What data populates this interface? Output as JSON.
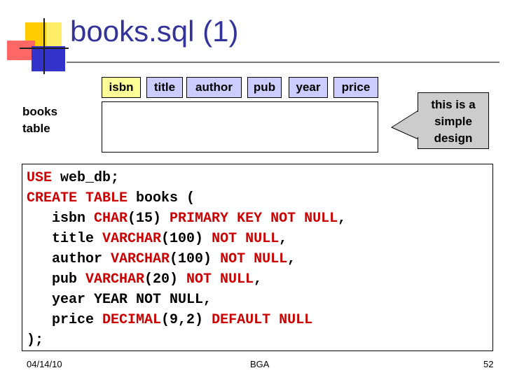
{
  "slide": {
    "title": "books.sql (1)",
    "columns": [
      "isbn",
      "title",
      "author",
      "pub",
      "year",
      "price"
    ],
    "table_label": [
      "books",
      "table"
    ],
    "callout": [
      "this is a",
      "simple",
      "design"
    ],
    "code": [
      [
        {
          "t": "USE",
          "k": true
        },
        {
          "t": " web_db;",
          "k": false
        }
      ],
      [
        {
          "t": "CREATE TABLE",
          "k": true
        },
        {
          "t": " books (",
          "k": false
        }
      ],
      [
        {
          "t": "   isbn ",
          "k": false
        },
        {
          "t": "CHAR",
          "k": true
        },
        {
          "t": "(15) ",
          "k": false
        },
        {
          "t": "PRIMARY KEY NOT NULL",
          "k": true
        },
        {
          "t": ",",
          "k": false
        }
      ],
      [
        {
          "t": "   title ",
          "k": false
        },
        {
          "t": "VARCHAR",
          "k": true
        },
        {
          "t": "(100) ",
          "k": false
        },
        {
          "t": "NOT NULL",
          "k": true
        },
        {
          "t": ",",
          "k": false
        }
      ],
      [
        {
          "t": "   author ",
          "k": false
        },
        {
          "t": "VARCHAR",
          "k": true
        },
        {
          "t": "(100) ",
          "k": false
        },
        {
          "t": "NOT NULL",
          "k": true
        },
        {
          "t": ",",
          "k": false
        }
      ],
      [
        {
          "t": "   pub ",
          "k": false
        },
        {
          "t": "VARCHAR",
          "k": true
        },
        {
          "t": "(20) ",
          "k": false
        },
        {
          "t": "NOT NULL",
          "k": true
        },
        {
          "t": ",",
          "k": false
        }
      ],
      [
        {
          "t": "   year YEAR NOT NULL,",
          "k": false
        }
      ],
      [
        {
          "t": "   price ",
          "k": false
        },
        {
          "t": "DECIMAL",
          "k": true
        },
        {
          "t": "(9,2) ",
          "k": false
        },
        {
          "t": "DEFAULT NULL",
          "k": true
        }
      ],
      [
        {
          "t": ");",
          "k": false
        }
      ]
    ],
    "footer": {
      "date": "04/14/10",
      "center": "BGA",
      "page": "52"
    }
  },
  "colors": {
    "title": "#333399",
    "keyword": "#cc0000",
    "chip": "#ccccff",
    "chip_highlight": "#ffff99",
    "callout": "#cccccc"
  },
  "icons": {
    "logo": "decorative-squares-logo"
  }
}
